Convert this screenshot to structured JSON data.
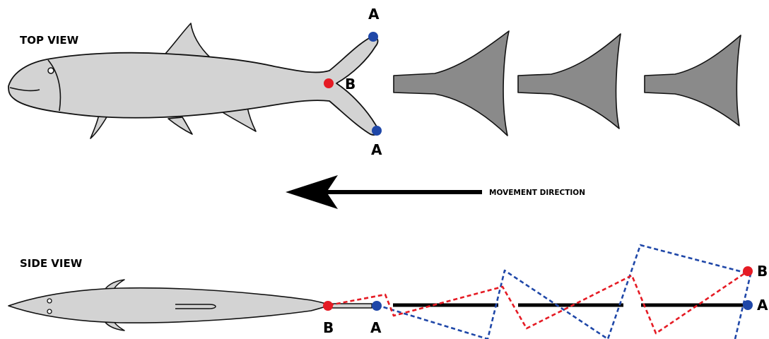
{
  "labels": {
    "top_view": "TOP VIEW",
    "side_view": "SIDE VIEW",
    "movement_direction": "MOVEMENT DIRECTION"
  },
  "points": {
    "a": "A",
    "b": "B"
  },
  "colors": {
    "body_fill": "#d3d3d3",
    "outline": "#111111",
    "tail_fill": "#8a8a8a",
    "point_a": "#1f47a8",
    "point_b": "#e51b24",
    "trace_a": "#1f47a8",
    "trace_b": "#e51b24"
  },
  "icons": {
    "direction_arrow": "left-arrow-icon"
  }
}
